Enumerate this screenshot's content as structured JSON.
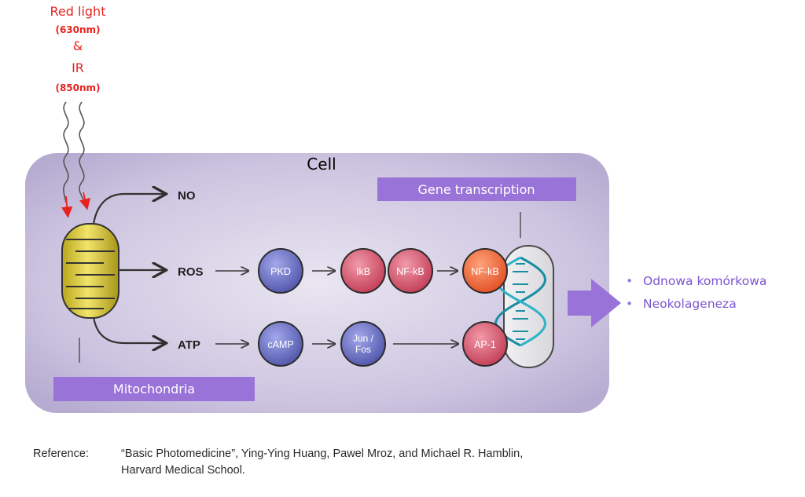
{
  "light_source": {
    "line1": "Red light",
    "line2": "(630nm)",
    "line3": "&",
    "line4": "IR",
    "line5": "(850nm)"
  },
  "cell_label": "Cell",
  "gene_transcription_label": "Gene transcription",
  "mitochondria_label": "Mitochondria",
  "products": {
    "no": "NO",
    "ros": "ROS",
    "atp": "ATP"
  },
  "nodes": {
    "pkd": "PKD",
    "ikb": "IkB",
    "nfkb_bound": "NF-kB",
    "nfkb_nuclear": "NF-kB",
    "camp": "cAMP",
    "jun": "Jun /",
    "fos": "Fos",
    "ap1": "AP-1"
  },
  "outcomes": [
    "Odnowa komórkowa",
    "Neokolageneza"
  ],
  "reference": {
    "label": "Reference:",
    "line1": "“Basic Photomedicine”, Ying-Ying Huang, Pawel Mroz, and Michael R. Hamblin,",
    "line2": "Harvard Medical School."
  },
  "colors": {
    "light_text": "#e8231f",
    "panel": "#c9c1dd",
    "label_box": "#9a73d8",
    "outcome_text": "#7d55cf",
    "blue_node": "#6a6fc4",
    "red_node": "#d9566a",
    "orange_node": "#f06a3a",
    "mito": "#d8c43c"
  }
}
